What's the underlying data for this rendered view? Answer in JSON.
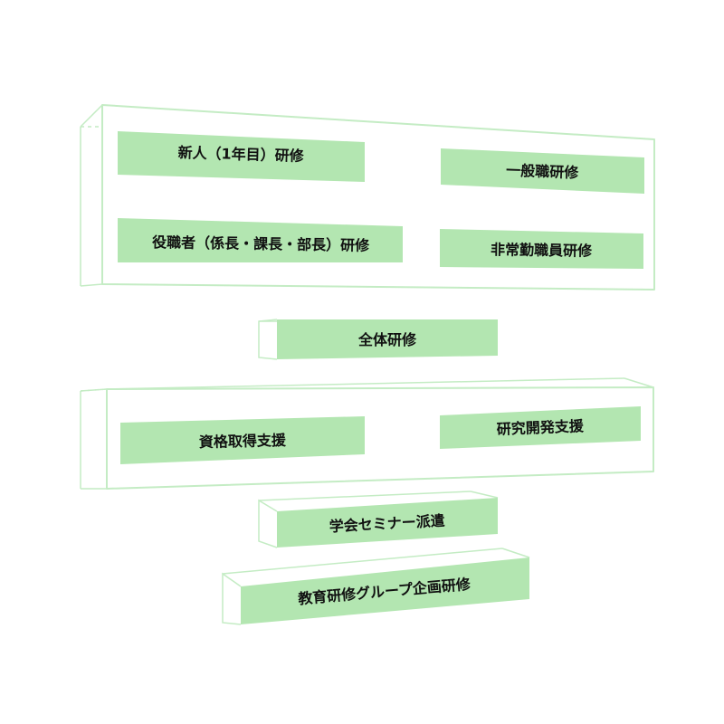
{
  "groups": {
    "staff_training": {
      "new_hire": "新人（1年目）研修",
      "general_staff": "一般職研修",
      "managers": "役職者（係長・課長・部長）研修",
      "part_time": "非常勤職員研修"
    },
    "all_staff": "全体研修",
    "support": {
      "qualification": "資格取得支援",
      "research": "研究開発支援"
    },
    "conference": "学会セミナー派遣",
    "education_group": "教育研修グループ企画研修"
  },
  "colors": {
    "box_fill": "#b3e6b1",
    "frame_stroke": "#c4ecc4",
    "text": "#111111"
  }
}
